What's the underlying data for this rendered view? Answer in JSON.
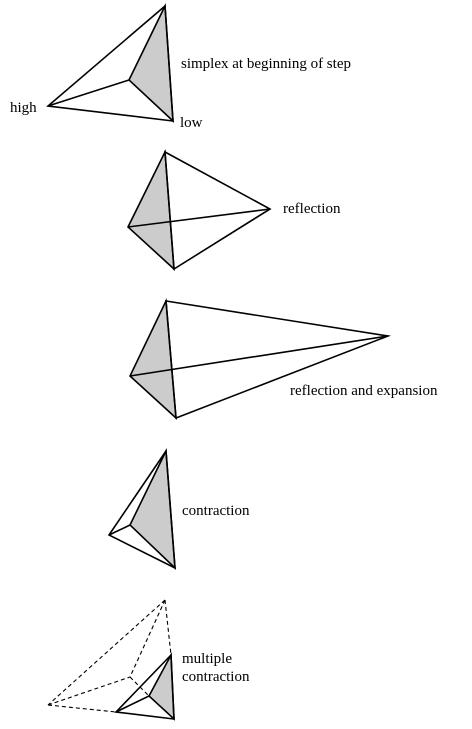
{
  "colors": {
    "shaded_face": "#cccccc",
    "line": "#000000",
    "background": "#ffffff"
  },
  "panels": {
    "start": {
      "caption": "simplex at beginning of step",
      "vertex_high": "high",
      "vertex_low": "low"
    },
    "reflection": {
      "caption": "reflection"
    },
    "expansion": {
      "caption": "reflection and expansion"
    },
    "contraction": {
      "caption": "contraction"
    },
    "multiple": {
      "caption_line1": "multiple",
      "caption_line2": "contraction"
    }
  }
}
